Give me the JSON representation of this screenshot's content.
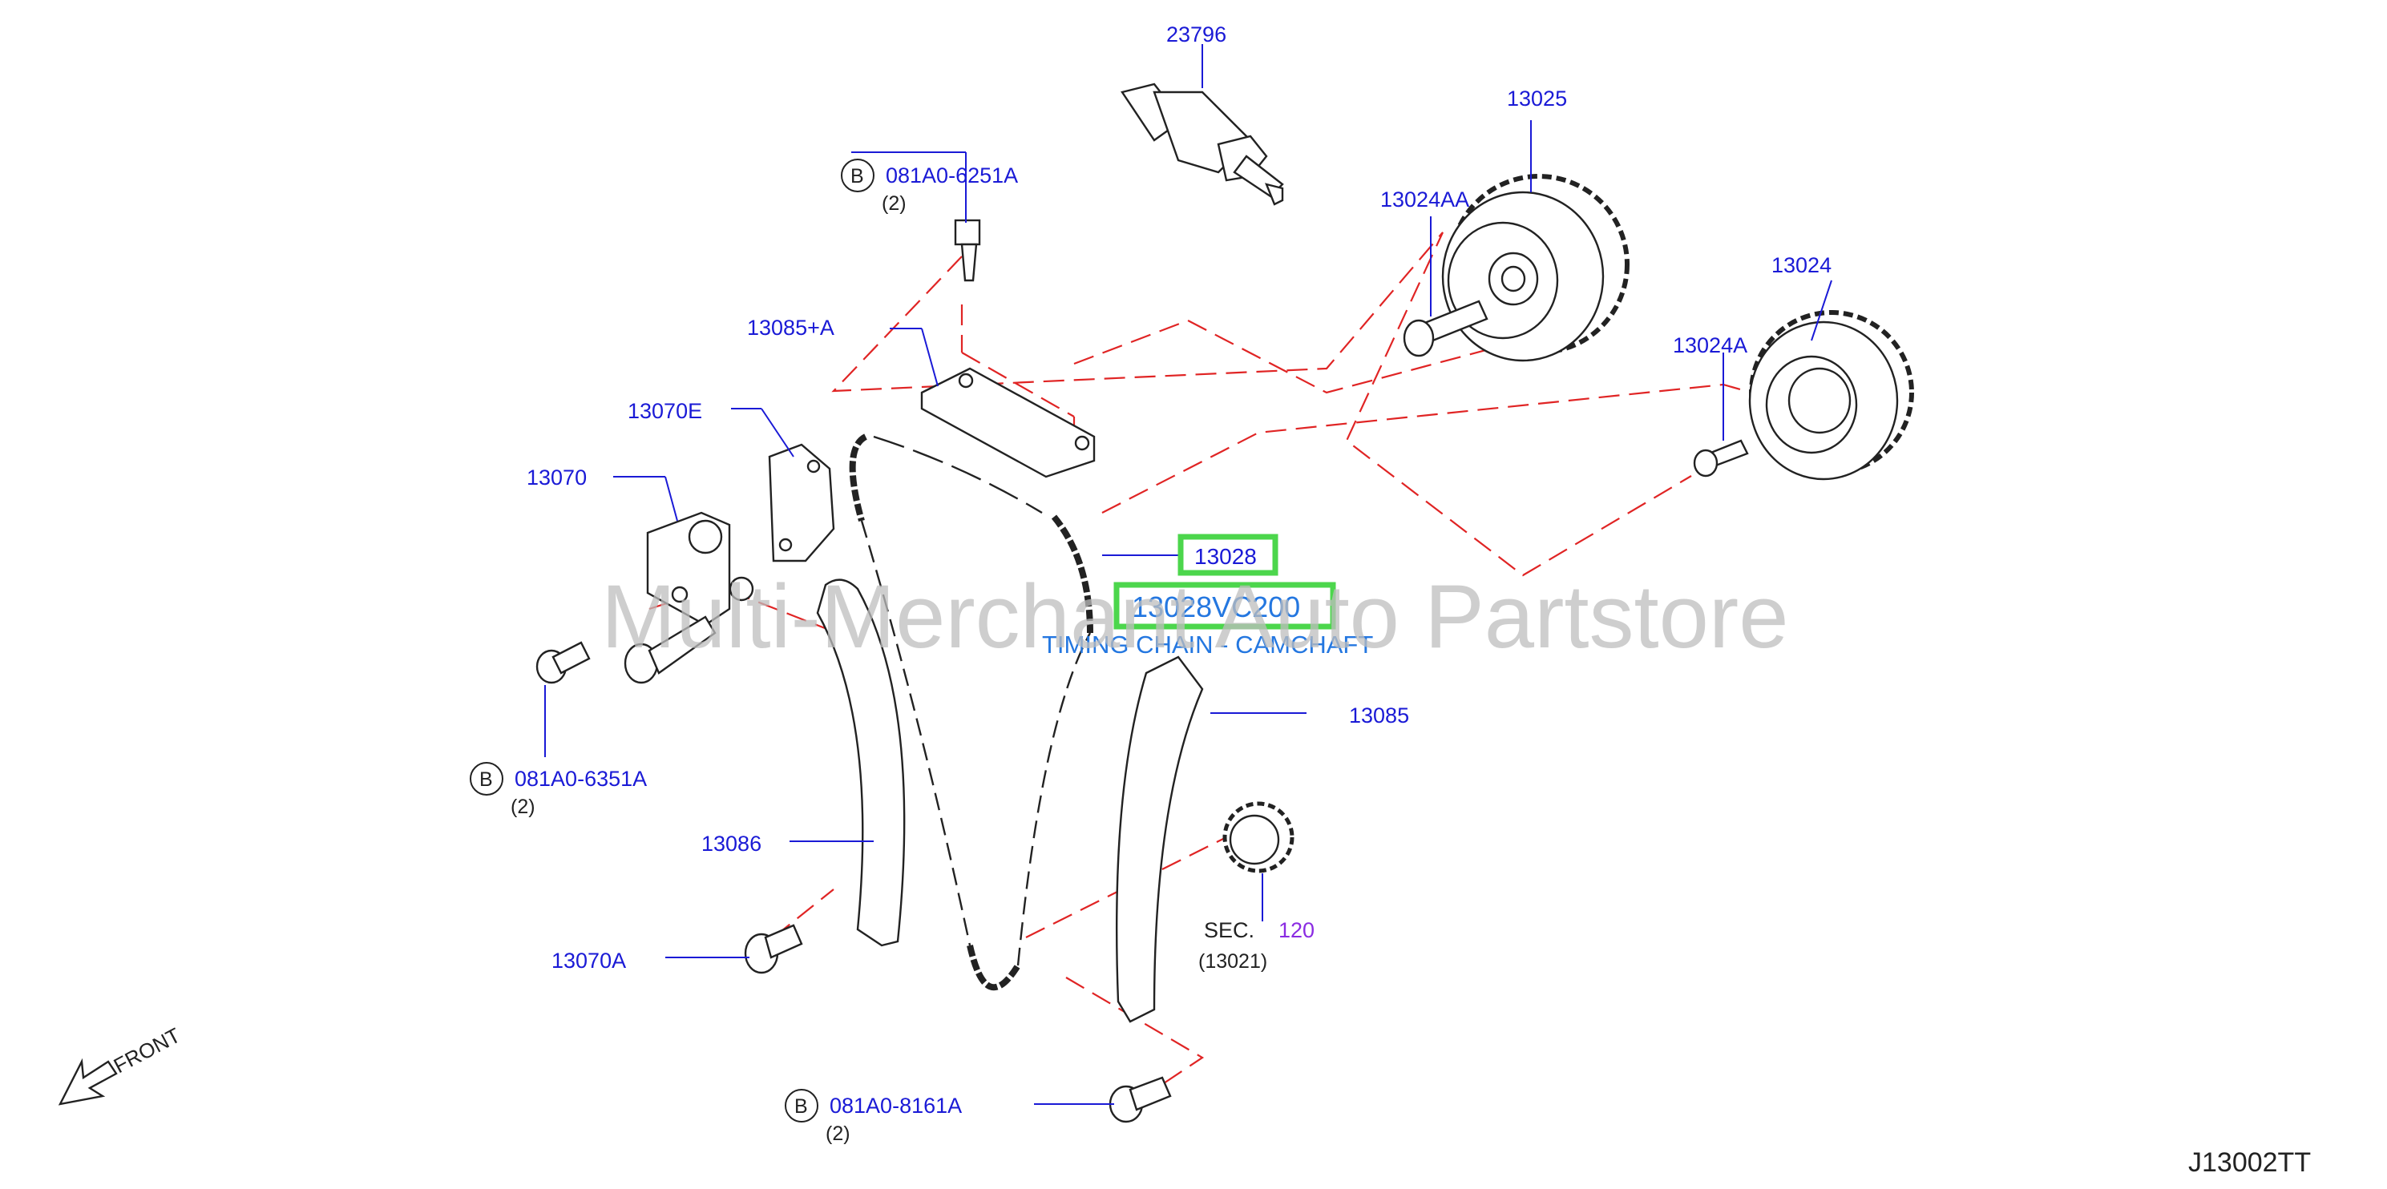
{
  "diagram_code": "J13002TT",
  "watermark": "Multi-Merchant Auto Partstore",
  "front_label": "FRONT",
  "bolt_symbol": "B",
  "sec_label": "SEC.",
  "sec_number": "120",
  "sec_sub": "(13021)",
  "highlight": {
    "part": "13028",
    "part_number": "13028VC200",
    "description": "TIMING CHAIN - CAMCHAFT",
    "box_color": "#4cd64c"
  },
  "colors": {
    "part_label": "#1a1ad6",
    "highlight_text": "#2477e0",
    "sec_number": "#8a2be2",
    "centerline": "#e02424",
    "watermark": "#bdbdbd"
  },
  "labels": {
    "p23796": "23796",
    "p13025": "13025",
    "p13024AA": "13024AA",
    "p13024": "13024",
    "p13024A": "13024A",
    "p13085A": "13085+A",
    "p13070E": "13070E",
    "p13070": "13070",
    "p13085": "13085",
    "p13086": "13086",
    "p13070A": "13070A",
    "b1_part": "081A0-6251A",
    "b1_qty": "(2)",
    "b2_part": "081A0-6351A",
    "b2_qty": "(2)",
    "b3_part": "081A0-8161A",
    "b3_qty": "(2)"
  }
}
